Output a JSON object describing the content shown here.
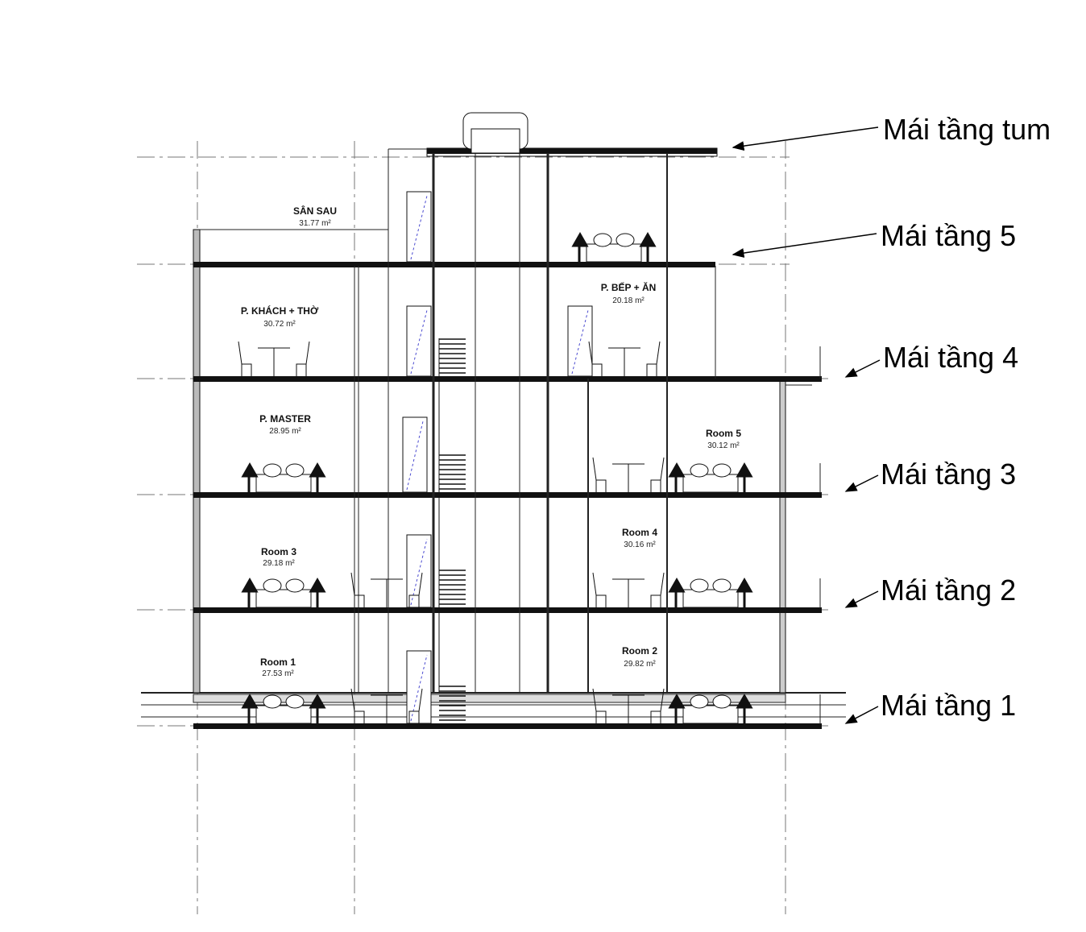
{
  "title": "Mặt cắt công trình",
  "rooms": [
    {
      "name": "SÂN SAU",
      "area": "31.77 m²"
    },
    {
      "name": "P. KHÁCH + THỜ",
      "area": "30.72 m²"
    },
    {
      "name": "P. BẾP + ĂN",
      "area": "20.18 m²"
    },
    {
      "name": "P. MASTER",
      "area": "28.95 m²"
    },
    {
      "name": "Room 5",
      "area": "30.12 m²"
    },
    {
      "name": "Room 3",
      "area": "29.18 m²"
    },
    {
      "name": "Room 4",
      "area": "30.16 m²"
    },
    {
      "name": "Room 1",
      "area": "27.53 m²"
    },
    {
      "name": "Room 2",
      "area": "29.82 m²"
    }
  ],
  "levels": [
    {
      "label": "Mái tầng tum"
    },
    {
      "label": "Mái tầng 5"
    },
    {
      "label": "Mái tầng 4"
    },
    {
      "label": "Mái tầng 3"
    },
    {
      "label": "Mái tầng 2"
    },
    {
      "label": "Mái tầng 1"
    }
  ],
  "colors": {
    "line": "#111111",
    "door_hatch": "#4a4ad0"
  }
}
